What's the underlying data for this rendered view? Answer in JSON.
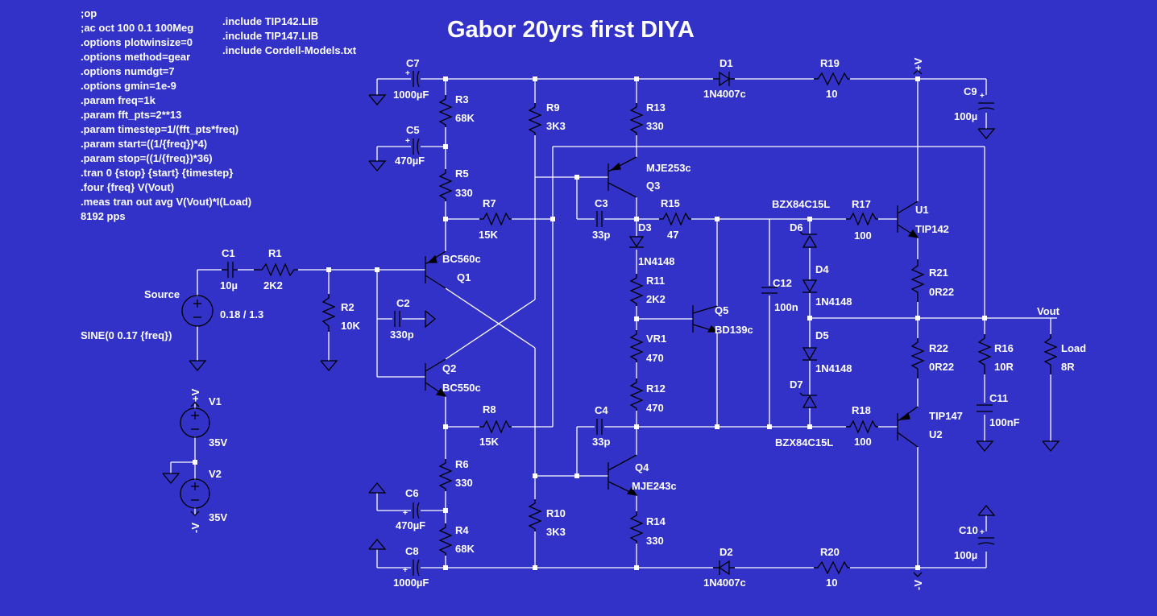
{
  "title": "Gabor 20yrs first DIYA",
  "directives": [
    ";op",
    ";ac oct 100 0.1 100Meg",
    ".options plotwinsize=0",
    ".options method=gear",
    ".options numdgt=7",
    ".options gmin=1e-9",
    ".param freq=1k",
    ".param fft_pts=2**13",
    ".param timestep=1/(fft_pts*freq)",
    ".param start=((1/{freq})*4)",
    ".param stop=((1/{freq})*36)",
    ".tran 0 {stop} {start} {timestep}",
    ".four {freq} V(Vout)",
    ".meas tran out avg V(Vout)*I(Load)",
    "8192 pps"
  ],
  "includes": [
    ".include TIP142.LIB",
    ".include TIP147.LIB",
    ".include Cordell-Models.txt"
  ],
  "source": {
    "name": "Source",
    "value": "0.18 / 1.3",
    "spec": "SINE(0 0.17 {freq})"
  },
  "rails": {
    "pos": "+V",
    "neg": "-V"
  },
  "supplies": [
    {
      "name": "V1",
      "value": "35V"
    },
    {
      "name": "V2",
      "value": "35V"
    }
  ],
  "output_net": "Vout",
  "parts": {
    "C1": {
      "name": "C1",
      "value": "10µ"
    },
    "R1": {
      "name": "R1",
      "value": "2K2"
    },
    "R2": {
      "name": "R2",
      "value": "10K"
    },
    "C2": {
      "name": "C2",
      "value": "330p"
    },
    "C7": {
      "name": "C7",
      "value": "1000µF"
    },
    "R3": {
      "name": "R3",
      "value": "68K"
    },
    "C5": {
      "name": "C5",
      "value": "470µF"
    },
    "R5": {
      "name": "R5",
      "value": "330"
    },
    "R7": {
      "name": "R7",
      "value": "15K"
    },
    "Q1": {
      "name": "Q1",
      "value": "BC560c"
    },
    "Q2": {
      "name": "Q2",
      "value": "BC550c"
    },
    "R8": {
      "name": "R8",
      "value": "15K"
    },
    "R6": {
      "name": "R6",
      "value": "330"
    },
    "C6": {
      "name": "C6",
      "value": "470µF"
    },
    "R4": {
      "name": "R4",
      "value": "68K"
    },
    "C8": {
      "name": "C8",
      "value": "1000µF"
    },
    "R9": {
      "name": "R9",
      "value": "3K3"
    },
    "R10": {
      "name": "R10",
      "value": "3K3"
    },
    "R13": {
      "name": "R13",
      "value": "330"
    },
    "Q3": {
      "name": "Q3",
      "value": "MJE253c"
    },
    "C3": {
      "name": "C3",
      "value": "33p"
    },
    "D3": {
      "name": "D3",
      "value": "1N4148"
    },
    "R15": {
      "name": "R15",
      "value": "47"
    },
    "R11": {
      "name": "R11",
      "value": "2K2"
    },
    "VR1": {
      "name": "VR1",
      "value": "470"
    },
    "R12": {
      "name": "R12",
      "value": "470"
    },
    "Q5": {
      "name": "Q5",
      "value": "BD139c"
    },
    "C4": {
      "name": "C4",
      "value": "33p"
    },
    "Q4": {
      "name": "Q4",
      "value": "MJE243c"
    },
    "R14": {
      "name": "R14",
      "value": "330"
    },
    "D1": {
      "name": "D1",
      "value": "1N4007c"
    },
    "D2": {
      "name": "D2",
      "value": "1N4007c"
    },
    "R19": {
      "name": "R19",
      "value": "10"
    },
    "R20": {
      "name": "R20",
      "value": "10"
    },
    "C12": {
      "name": "C12",
      "value": "100n"
    },
    "D6": {
      "name": "D6",
      "value": "BZX84C15L"
    },
    "D4": {
      "name": "D4",
      "value": "1N4148"
    },
    "D5": {
      "name": "D5",
      "value": "1N4148"
    },
    "D7": {
      "name": "D7",
      "value": "BZX84C15L"
    },
    "R17": {
      "name": "R17",
      "value": "100"
    },
    "R18": {
      "name": "R18",
      "value": "100"
    },
    "U1": {
      "name": "U1",
      "value": "TIP142"
    },
    "U2": {
      "name": "U2",
      "value": "TIP147"
    },
    "R21": {
      "name": "R21",
      "value": "0R22"
    },
    "R22": {
      "name": "R22",
      "value": "0R22"
    },
    "C9": {
      "name": "C9",
      "value": "100µ"
    },
    "C10": {
      "name": "C10",
      "value": "100µ"
    },
    "R16": {
      "name": "R16",
      "value": "10R"
    },
    "C11": {
      "name": "C11",
      "value": "100nF"
    },
    "Load": {
      "name": "Load",
      "value": "8R"
    }
  }
}
